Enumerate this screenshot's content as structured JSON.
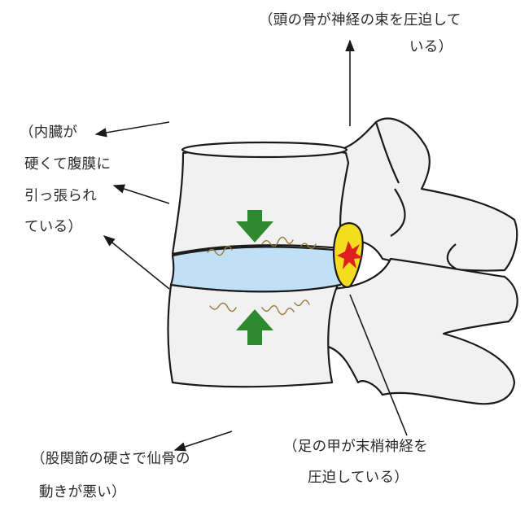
{
  "annotations": {
    "head_bone": {
      "lines": [
        "（頭の骨が神経の束を圧迫して",
        "いる）"
      ]
    },
    "internal_organs": {
      "lines": [
        "（内臓が",
        "硬くて腹膜に",
        "引っ張られ",
        "ている）"
      ]
    },
    "hip_joint": {
      "lines": [
        "（股関節の硬さで仙骨の",
        "動きが悪い）"
      ]
    },
    "instep": {
      "lines": [
        "（足の甲が末梢神経を",
        "圧迫している）"
      ]
    }
  },
  "colors": {
    "bone_fill": "#f1f1f1",
    "outline": "#1a1a1a",
    "disc": "#bfe0f5",
    "pressure_arrow": "#2e8a2e",
    "nerve_highlight": "#f4dc1e",
    "pain_mark": "#e02020",
    "strain_marks": "#9a7a3a"
  },
  "icons": [
    "arrow-up-icon",
    "arrow-left-icon",
    "compression-arrow-down-icon",
    "compression-arrow-up-icon",
    "pain-burst-icon"
  ]
}
